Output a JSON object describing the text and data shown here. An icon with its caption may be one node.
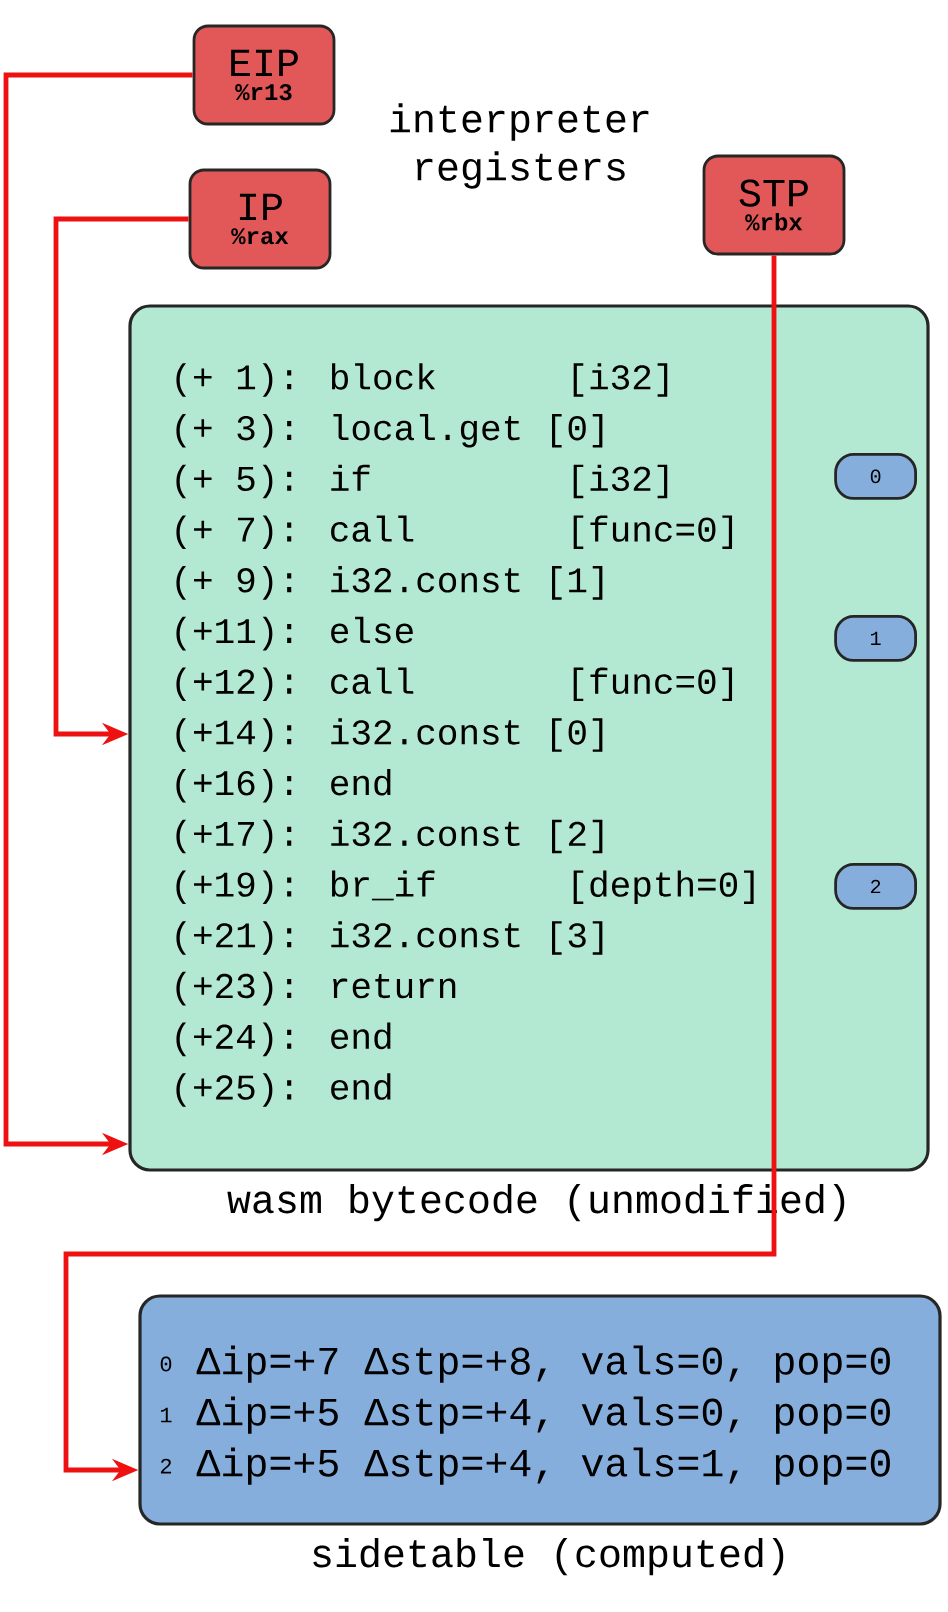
{
  "diagram": {
    "nodes": [
      {
        "text": [
          "EIP",
          "%r13"
        ]
      },
      {
        "text": [
          "IP",
          "%rax"
        ]
      },
      {
        "text": [
          "STP",
          "%rbx"
        ]
      },
      {
        "text": [
          "(+ 1): block      [i32]",
          "(+ 3): local.get [0]",
          "(+ 5): if         [i32]",
          "(+ 7): call       [func=0]",
          "(+ 9): i32.const [1]",
          "(+11): else",
          "(+12): call       [func=0]",
          "(+14): i32.const [0]",
          "(+16): end",
          "(+17): i32.const [2]",
          "(+19): br_if      [depth=0]",
          "(+21): i32.const [3]",
          "(+23): return",
          "(+24): end",
          "(+25): end"
        ],
        "beside": [
          "wasm bytecode (unmodified)"
        ]
      },
      {
        "text": [
          "0"
        ],
        "in": 3
      },
      {
        "text": [
          "1"
        ],
        "in": 3
      },
      {
        "text": [
          "2"
        ],
        "in": 3
      },
      {
        "text": [
          "0",
          "Δip=+7 Δstp=+8, vals=0, pop=0",
          "1",
          "Δip=+5 Δstp=+4, vals=0, pop=0",
          "2",
          "Δip=+5 Δstp=+4, vals=1, pop=0"
        ],
        "beside": [
          "sidetable (computed)"
        ]
      }
    ],
    "edges": [
      {
        "from": 0,
        "to": 3,
        "arrow": "to"
      },
      {
        "from": 1,
        "to": 3,
        "arrow": "to"
      },
      {
        "from": 2,
        "to": 7,
        "arrow": "to"
      }
    ],
    "labels": [
      "interpreter registers"
    ]
  }
}
